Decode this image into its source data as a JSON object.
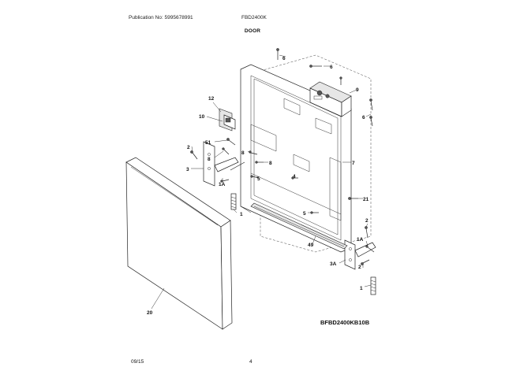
{
  "header": {
    "publication": "Publication No: 5995678991",
    "model": "FBD2400K",
    "section": "DOOR"
  },
  "footer": {
    "date": "09/15",
    "page": "4"
  },
  "diagram_code": "BFBD2400KB10B",
  "callouts": {
    "c6a": "6",
    "c6b": "6",
    "c9": "9",
    "c6c": "6",
    "c12": "12",
    "c10": "10",
    "c2a": "2",
    "c51": "51",
    "c8a": "8",
    "c8b": "8",
    "c8c": "8",
    "c7": "7",
    "c3a": "3",
    "c4": "4",
    "c1a_l": "1A",
    "c5a": "5",
    "c21": "21",
    "c1a": "1",
    "c5b": "5",
    "c2b": "2",
    "c49": "49",
    "c1a_r": "1A",
    "c3a_r": "3A",
    "c2c": "2",
    "c1b": "1",
    "c20": "20"
  }
}
